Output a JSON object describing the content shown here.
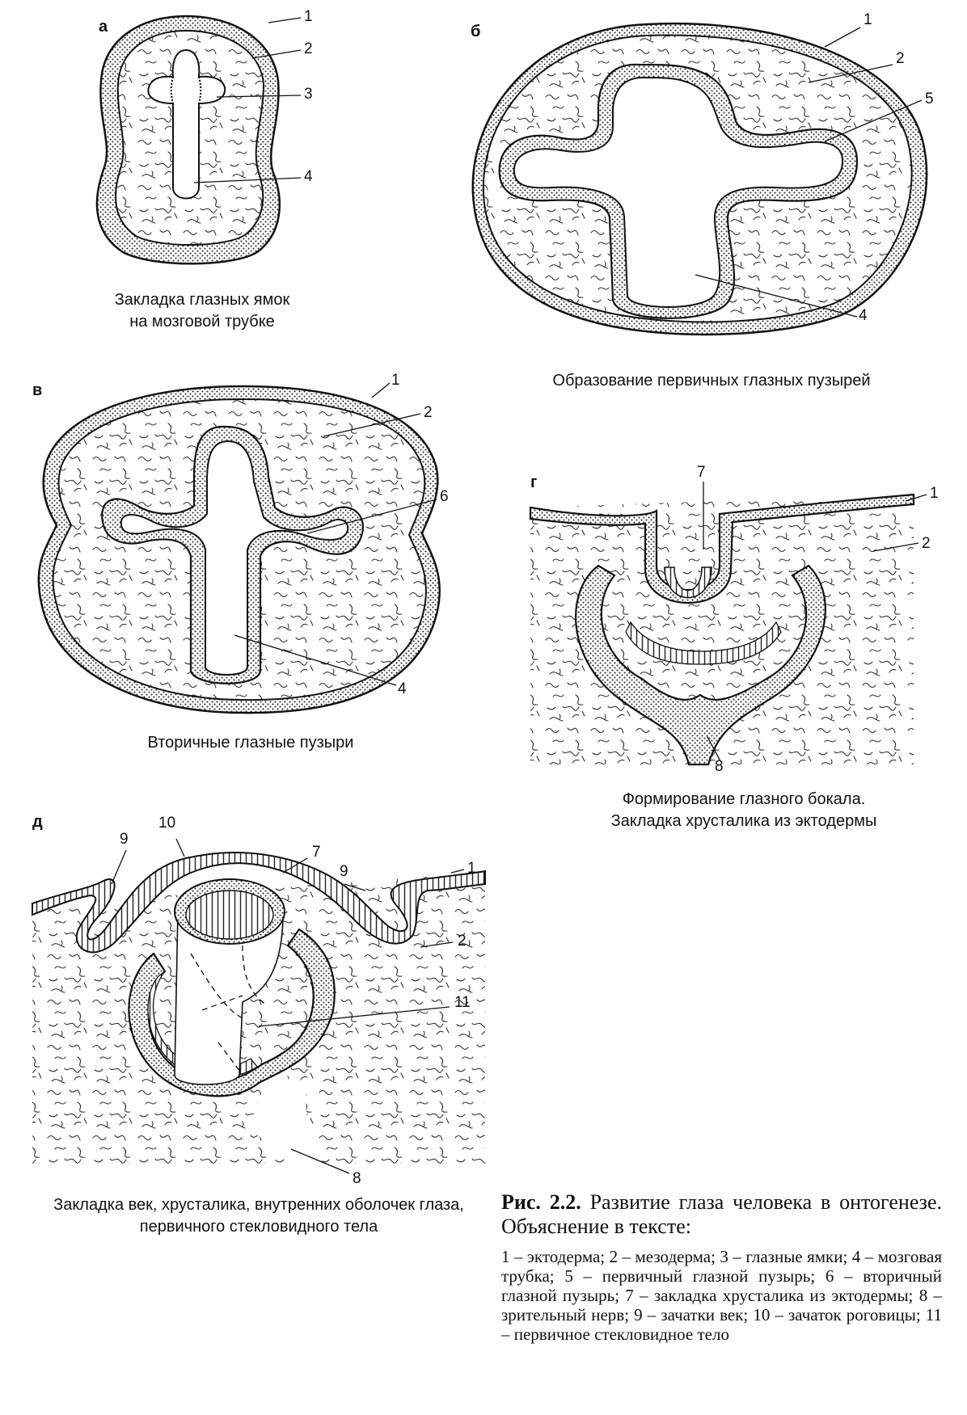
{
  "panels": {
    "a": {
      "letter": "а",
      "caption": [
        "Закладка глазных ямок",
        "на мозговой трубке"
      ],
      "labels": [
        "1",
        "2",
        "3",
        "4"
      ]
    },
    "b": {
      "letter": "б",
      "caption": [
        "Образование первичных глазных пузырей"
      ],
      "labels": [
        "1",
        "2",
        "5",
        "4"
      ]
    },
    "v": {
      "letter": "в",
      "caption": [
        "Вторичные глазные пузыри"
      ],
      "labels": [
        "1",
        "2",
        "6",
        "4"
      ]
    },
    "g": {
      "letter": "г",
      "caption": [
        "Формирование глазного бокала.",
        "Закладка хрусталика из эктодермы"
      ],
      "labels": [
        "7",
        "1",
        "2",
        "8"
      ]
    },
    "d": {
      "letter": "д",
      "caption": [
        "Закладка век, хрусталика, внутренних оболочек глаза,",
        "первичного стекловидного тела"
      ],
      "labels": [
        "10",
        "9",
        "7",
        "9",
        "1",
        "2",
        "11",
        "8"
      ]
    }
  },
  "legend": {
    "figure_no": "Рис. 2.2.",
    "title": "Развитие глаза человека в онтогенезе. Объяснение в тексте:",
    "items": "1 – эктодерма; 2 – мезодерма; 3 – глазные ямки; 4 – мозговая трубка; 5 – первичный глазной пузырь; 6 – вторичный глазной пузырь; 7 – закладка хрусталика из эктодермы; 8 – зрительный нерв; 9 – зачатки век; 10 – зачаток роговицы; 11 – первичное стекловидное тело"
  }
}
